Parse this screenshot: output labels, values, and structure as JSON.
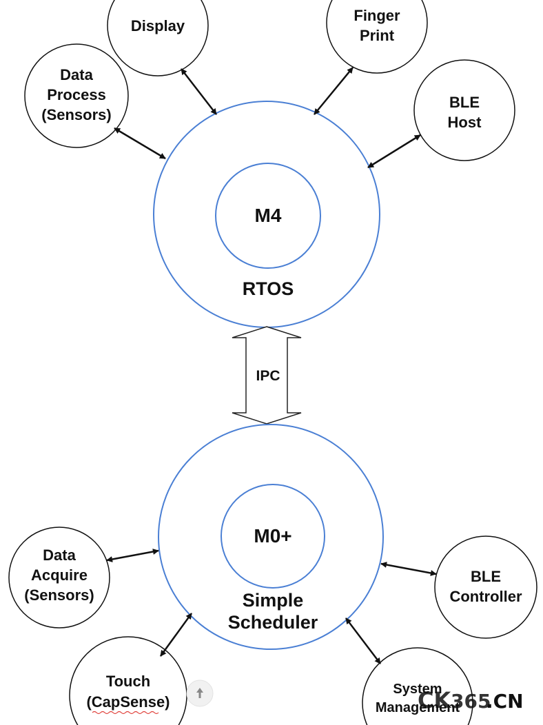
{
  "colors": {
    "ring": "#4a7fd4",
    "node_stroke": "#111111",
    "arrow": "#111111",
    "watermark_ck": "#6f86ff",
    "watermark_365": "#7a86c8",
    "watermark_cn": "#ef3d2f"
  },
  "rtos": {
    "core": "M4",
    "label": "RTOS",
    "nodes": {
      "display": [
        "Display"
      ],
      "finger_print": [
        "Finger",
        "Print"
      ],
      "data_process": [
        "Data",
        "Process",
        "(Sensors)"
      ],
      "ble_host": [
        "BLE",
        "Host"
      ]
    }
  },
  "ipc": {
    "label": "IPC"
  },
  "scheduler": {
    "core": "M0+",
    "label": [
      "Simple",
      "Scheduler"
    ],
    "nodes": {
      "data_acquire": [
        "Data",
        "Acquire",
        "(Sensors)"
      ],
      "ble_controller": [
        "BLE",
        "Controller"
      ],
      "touch": [
        "Touch",
        "(CapSense)"
      ],
      "system_management": [
        "System",
        "Management"
      ]
    }
  },
  "scroll_button_icon": "arrow-up-icon",
  "watermark": {
    "part1": "CK",
    "part2": "365",
    "part3": ".CN"
  }
}
